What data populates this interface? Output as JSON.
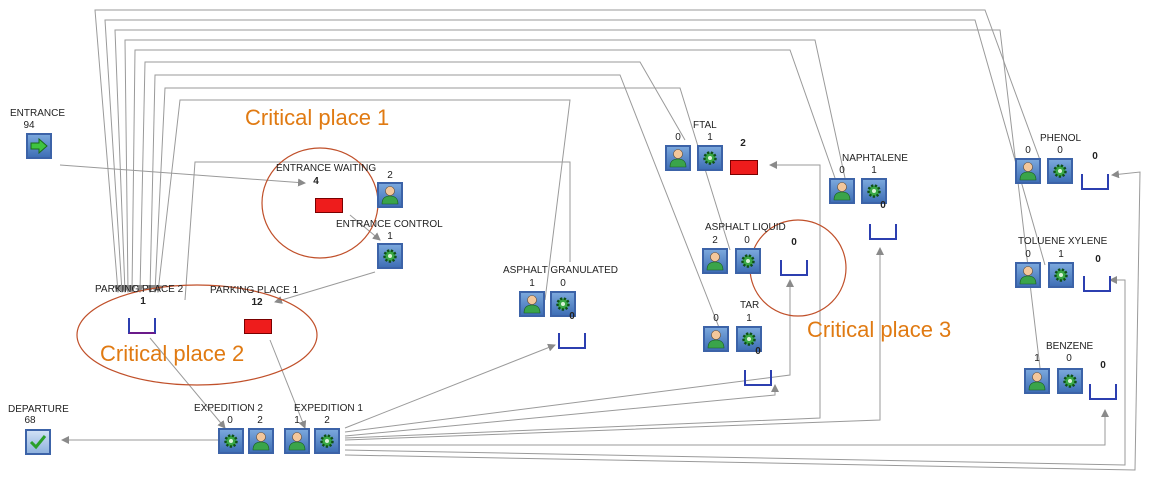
{
  "critical_places": [
    "Critical place 1",
    "Critical place 2",
    "Critical place 3"
  ],
  "entrance": {
    "label": "ENTRANCE",
    "count": "94"
  },
  "departure": {
    "label": "DEPARTURE",
    "count": "68"
  },
  "entrance_waiting": {
    "label": "ENTRANCE WAITING",
    "count": "4"
  },
  "entrance_control": {
    "label": "ENTRANCE CONTROL",
    "worker_count": "2",
    "machine_count": "1"
  },
  "parking_place_2": {
    "label": "PARKING PLACE 2",
    "count": "1"
  },
  "parking_place_1": {
    "label": "PARKING PLACE 1",
    "count": "12"
  },
  "expedition_2": {
    "label": "EXPEDITION 2",
    "machine_count": "0",
    "worker_count": "2"
  },
  "expedition_1": {
    "label": "EXPEDITION 1",
    "worker_count": "1",
    "machine_count": "2"
  },
  "asphalt_granulated": {
    "label": "ASPHALT GRANULATED",
    "worker_count": "1",
    "machine_count": "0",
    "queue_count": "0"
  },
  "ftal": {
    "label": "FTAL",
    "worker_count": "0",
    "machine_count": "1",
    "queue_count": "2"
  },
  "naphtalene": {
    "label": "NAPHTALENE",
    "worker_count": "0",
    "machine_count": "1",
    "queue_count": "0"
  },
  "asphalt_liquid": {
    "label": "ASPHALT LIQUID",
    "worker_count": "2",
    "machine_count": "0",
    "queue_count": "0"
  },
  "tar": {
    "label": "TAR",
    "worker_count": "0",
    "machine_count": "1",
    "queue_count": "0"
  },
  "phenol": {
    "label": "PHENOL",
    "worker_count": "0",
    "machine_count": "0",
    "queue_count": "0"
  },
  "toluene_xylene": {
    "label": "TOLUENE XYLENE",
    "worker_count": "0",
    "machine_count": "1",
    "queue_count": "0"
  },
  "benzene": {
    "label": "BENZENE",
    "worker_count": "1",
    "machine_count": "0",
    "queue_count": "0"
  },
  "colors": {
    "critical_text": "#e07a12",
    "critical_circle": "#c0502a",
    "icon_blue": "#3f6fb6",
    "queue_red": "#ee1c1c",
    "connector": "#8a8a8a"
  },
  "icons": [
    "arrow-right-icon",
    "checkmark-icon",
    "worker-icon",
    "gear-icon"
  ]
}
